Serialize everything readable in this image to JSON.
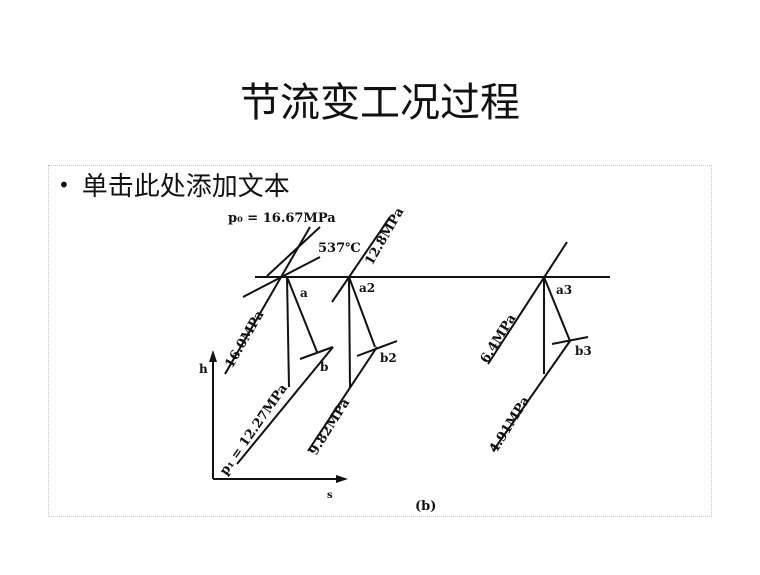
{
  "slide": {
    "title": "节流变工况过程",
    "bullet": "单击此处添加文本"
  },
  "diagram": {
    "caption": "(b)",
    "axis_y": "h",
    "axis_x": "s",
    "labels": {
      "p0": "p₀ = 16.67MPa",
      "t0": "537℃",
      "p16": "16.0MPa",
      "p12_8": "12.8MPa",
      "p1": "p₁ = 12.27MPa",
      "p9_82": "9.82MPa",
      "p6_4": "6.4MPa",
      "p4_91": "4.91MPa",
      "a": "a",
      "a2": "a2",
      "a3": "a3",
      "b": "b",
      "b2": "b2",
      "b3": "b3"
    }
  }
}
